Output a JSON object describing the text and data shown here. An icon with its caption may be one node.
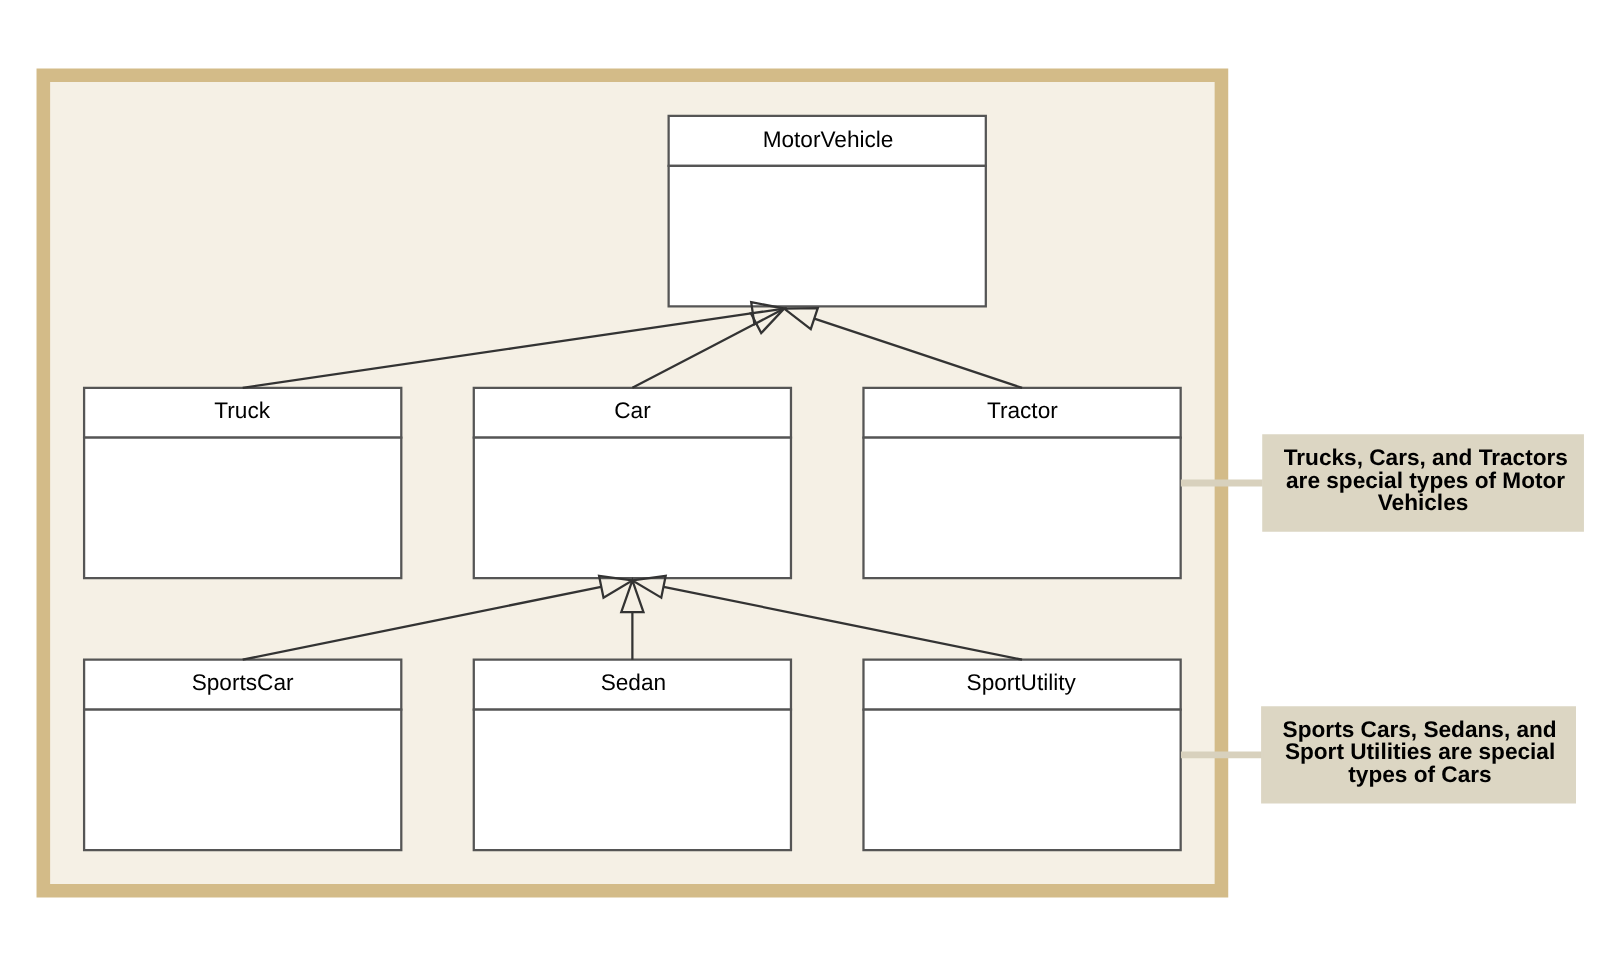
{
  "diagram": {
    "nodes": [
      {
        "text": [],
        "shape": "box"
      },
      {
        "text": [
          "MotorVehicle"
        ],
        "in": 0
      },
      {
        "text": [
          "Truck"
        ],
        "in": 0
      },
      {
        "text": [
          "Car"
        ],
        "in": 0
      },
      {
        "text": [
          "Tractor"
        ],
        "in": 0
      },
      {
        "text": [
          "Trucks, Cars, and Tractors are special types of Motor Vehicles"
        ]
      },
      {
        "text": [
          "SportsCar"
        ],
        "in": 0
      },
      {
        "text": [
          "Sedan"
        ],
        "in": 0
      },
      {
        "text": [
          "SportUtility"
        ],
        "in": 0
      },
      {
        "text": [
          "Sports Cars, Sedans, and Sport Utilities are special types of Cars"
        ]
      }
    ],
    "edges": [
      {
        "from": 2,
        "to": 1,
        "arrow": "to"
      },
      {
        "from": 3,
        "to": 1,
        "arrow": "to"
      },
      {
        "from": 4,
        "to": 1,
        "arrow": "to"
      },
      {
        "from": 6,
        "to": 3,
        "arrow": "to"
      },
      {
        "from": 7,
        "to": 3,
        "arrow": "to"
      },
      {
        "from": 8,
        "to": 3,
        "arrow": "to"
      },
      {
        "from": 5,
        "to": 4,
        "arrow": "none",
        "style": "thick",
        "color": "#d8d1bd"
      },
      {
        "from": 9,
        "to": 8,
        "arrow": "none",
        "style": "thick",
        "color": "#d8d1bd"
      }
    ]
  }
}
